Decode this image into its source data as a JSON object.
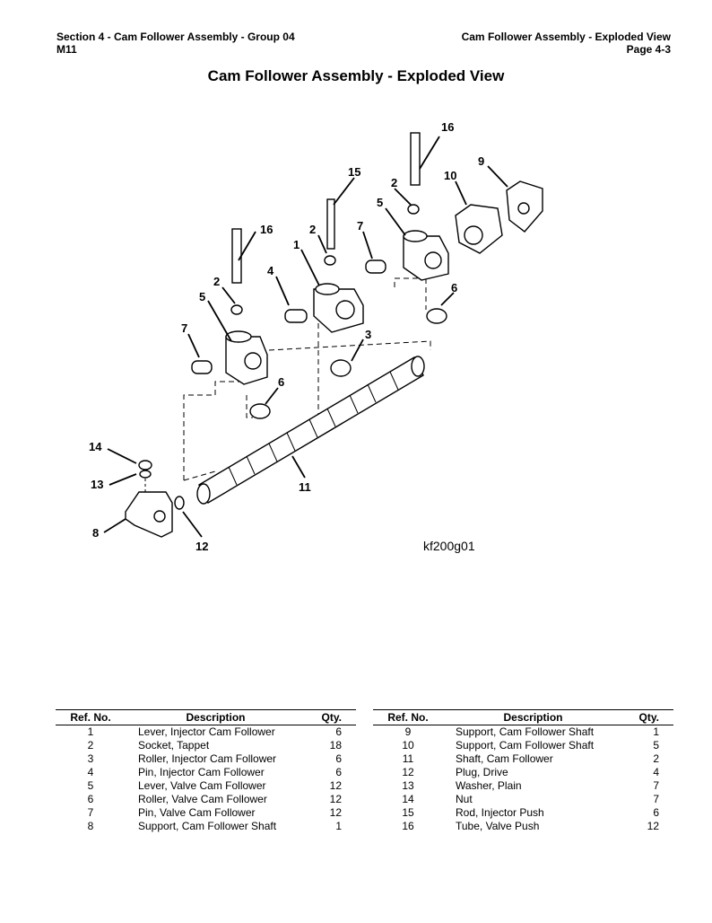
{
  "header": {
    "left_line1": "Section 4 - Cam Follower Assembly - Group 04",
    "left_line2": "M11",
    "right_line1": "Cam Follower Assembly - Exploded View",
    "right_line2": "Page 4-3"
  },
  "title": "Cam Follower Assembly - Exploded View",
  "figure": {
    "code": "kf200g01",
    "callouts": [
      "1",
      "2",
      "2",
      "3",
      "4",
      "5",
      "5",
      "6",
      "6",
      "7",
      "7",
      "8",
      "9",
      "10",
      "11",
      "12",
      "13",
      "14",
      "15",
      "16",
      "16"
    ]
  },
  "table": {
    "headers": {
      "ref": "Ref. No.",
      "desc": "Description",
      "qty": "Qty."
    },
    "left": [
      {
        "ref": "1",
        "desc": "Lever, Injector Cam Follower",
        "qty": "6"
      },
      {
        "ref": "2",
        "desc": "Socket, Tappet",
        "qty": "18"
      },
      {
        "ref": "3",
        "desc": "Roller, Injector Cam Follower",
        "qty": "6"
      },
      {
        "ref": "4",
        "desc": "Pin, Injector Cam Follower",
        "qty": "6"
      },
      {
        "ref": "5",
        "desc": "Lever, Valve Cam Follower",
        "qty": "12"
      },
      {
        "ref": "6",
        "desc": "Roller, Valve Cam Follower",
        "qty": "12"
      },
      {
        "ref": "7",
        "desc": "Pin, Valve Cam Follower",
        "qty": "12"
      },
      {
        "ref": "8",
        "desc": "Support, Cam Follower Shaft",
        "qty": "1"
      }
    ],
    "right": [
      {
        "ref": "9",
        "desc": "Support, Cam Follower Shaft",
        "qty": "1"
      },
      {
        "ref": "10",
        "desc": "Support, Cam Follower Shaft",
        "qty": "5"
      },
      {
        "ref": "11",
        "desc": "Shaft, Cam Follower",
        "qty": "2"
      },
      {
        "ref": "12",
        "desc": "Plug, Drive",
        "qty": "4"
      },
      {
        "ref": "13",
        "desc": "Washer, Plain",
        "qty": "7"
      },
      {
        "ref": "14",
        "desc": "Nut",
        "qty": "7"
      },
      {
        "ref": "15",
        "desc": "Rod, Injector Push",
        "qty": "6"
      },
      {
        "ref": "16",
        "desc": "Tube, Valve Push",
        "qty": "12"
      }
    ]
  }
}
